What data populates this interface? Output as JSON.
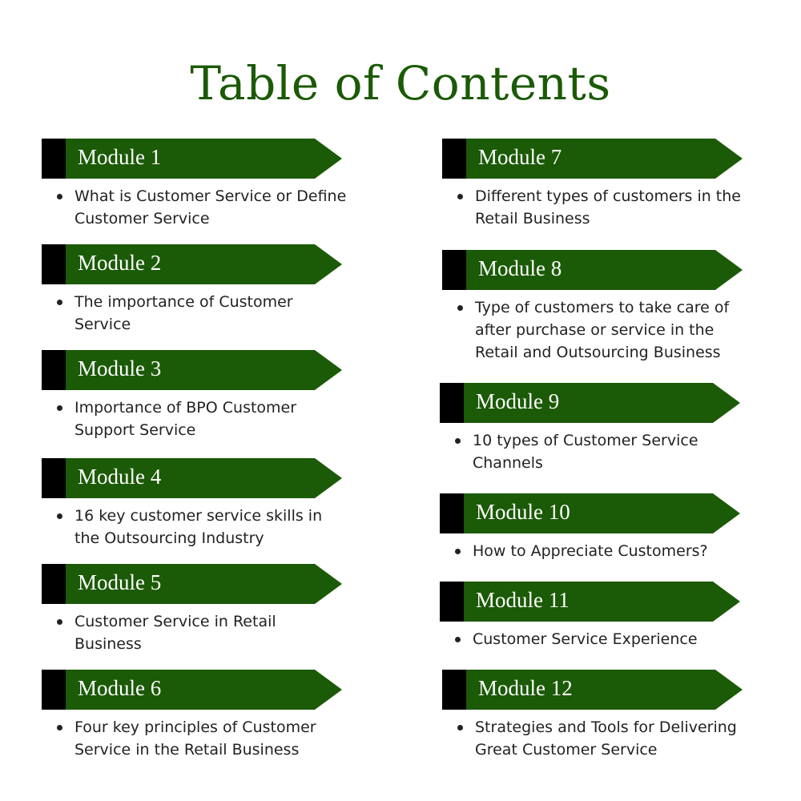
{
  "title": "Table of Contents",
  "colors": {
    "green": "#1b5a06",
    "black": "#000000"
  },
  "modules": [
    {
      "label": "Module 1",
      "items": [
        "What is Customer Service or Define Customer Service"
      ]
    },
    {
      "label": "Module 2",
      "items": [
        "The importance of Customer Service"
      ]
    },
    {
      "label": "Module 3",
      "items": [
        "Importance of BPO Customer Support Service"
      ]
    },
    {
      "label": "Module 4",
      "items": [
        "16 key customer service skills in the Outsourcing Industry"
      ]
    },
    {
      "label": "Module 5",
      "items": [
        "Customer Service in Retail Business"
      ]
    },
    {
      "label": "Module 6",
      "items": [
        "Four key principles of Customer Service in the Retail Business"
      ]
    },
    {
      "label": "Module 7",
      "items": [
        "Different types of customers in the Retail Business"
      ]
    },
    {
      "label": "Module 8",
      "items": [
        "Type of customers to take care of after purchase or service in the Retail and Outsourcing Business"
      ]
    },
    {
      "label": "Module 9",
      "items": [
        "10 types of Customer Service Channels"
      ]
    },
    {
      "label": "Module 10",
      "items": [
        "How to Appreciate Customers?"
      ]
    },
    {
      "label": "Module 11",
      "items": [
        "Customer Service Experience"
      ]
    },
    {
      "label": "Module 12",
      "items": [
        "Strategies and Tools for Delivering Great Customer Service"
      ]
    }
  ]
}
